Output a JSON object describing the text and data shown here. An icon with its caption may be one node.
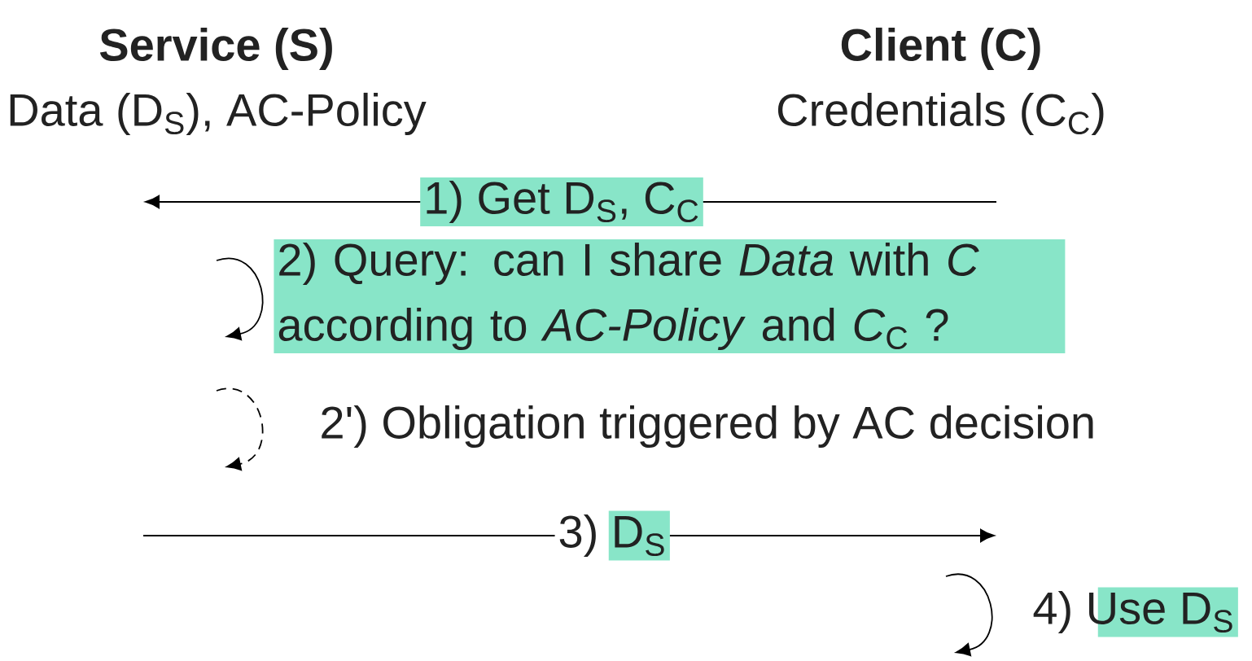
{
  "diagram": {
    "nodes": [
      {
        "text": [
          "Service (S)",
          "Data (D$_{S}$), AC-Policy"
        ]
      },
      {
        "text": [
          "Client (C)",
          "Credentials (C$_{C}$)"
        ]
      }
    ],
    "labels": [
      "1) Get D$_{S}$, C$_{C}$",
      "2) Query: can I share *Data* with *C* according to *AC-Policy* and *C*$_{C}$ ?",
      "2') Obligation triggered by AC decision",
      "3) D$_{S}$",
      "4) Use D$_{S}$"
    ]
  }
}
